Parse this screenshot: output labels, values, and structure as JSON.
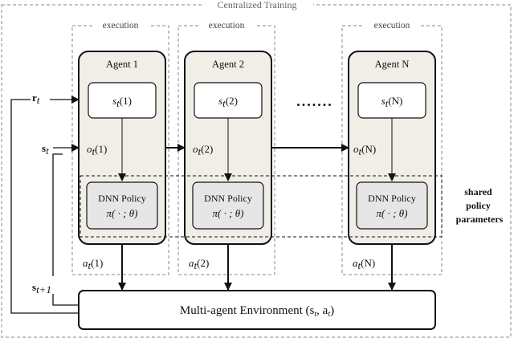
{
  "diagram": {
    "title": "Centralized Training",
    "execution_label": "execution",
    "agents": [
      {
        "name": "Agent 1",
        "state": "s",
        "state_idx": "(1)",
        "obs": "o",
        "obs_idx": "(1)",
        "policy_title": "DNN Policy",
        "policy_expr": "π( · ; θ)",
        "action": "a",
        "action_idx": "(1)"
      },
      {
        "name": "Agent 2",
        "state": "s",
        "state_idx": "(2)",
        "obs": "o",
        "obs_idx": "(2)",
        "policy_title": "DNN Policy",
        "policy_expr": "π( · ; θ)",
        "action": "a",
        "action_idx": "(2)"
      },
      {
        "name": "Agent N",
        "state": "s",
        "state_idx": "(N)",
        "obs": "o",
        "obs_idx": "(N)",
        "policy_title": "DNN Policy",
        "policy_expr": "π( · ; θ)",
        "action": "a",
        "action_idx": "(N)"
      }
    ],
    "ellipsis": ".......",
    "inputs": {
      "reward": "r",
      "state": "s",
      "next_state": "s",
      "next_state_sub": "t+1"
    },
    "time_sub": "t",
    "shared_label": [
      "shared",
      "policy",
      "parameters"
    ],
    "environment": "Multi-agent Environment (s",
    "environment_mid": ", a",
    "environment_end": ")"
  }
}
